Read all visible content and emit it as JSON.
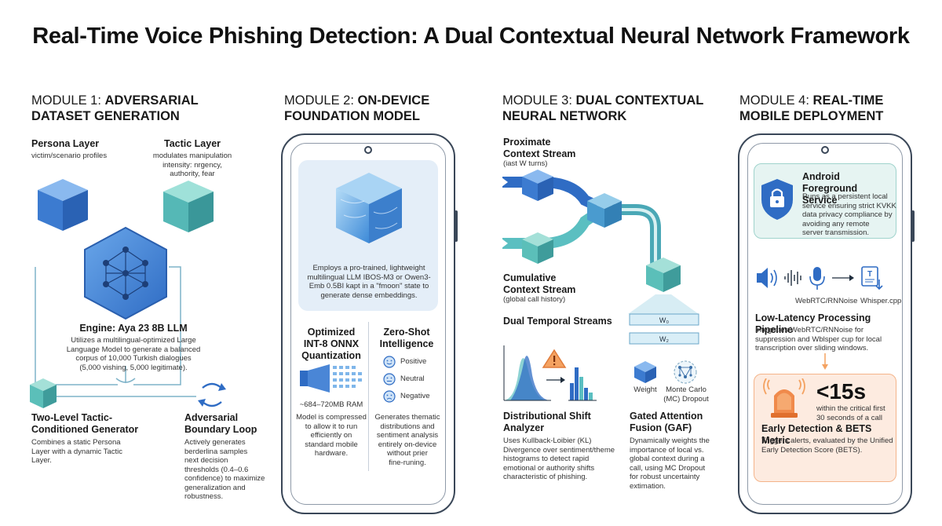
{
  "title": "Real-Time Voice Phishing Detection: A Dual Contextual Neural Network Framework",
  "module1": {
    "prefix": "MODULE 1: ",
    "name_line1": "ADVERSARIAL",
    "name_line2": "DATASET GENERATION",
    "persona_title": "Persona Layer",
    "persona_desc": "victim/scenario profiles",
    "tactic_title": "Tactic Layer",
    "tactic_desc": [
      "modulates manipulation",
      "intensity: nrgency,",
      "authority, fear"
    ],
    "engine_title": "Engine: Aya 23 8B LLM",
    "engine_desc": [
      "Utilizes a multilingual-optimized Large",
      "Language Model to generate a balanced",
      "corpus of 10,000 Turkish dialogues",
      "(5,000 vishing, 5,000 legitimate)."
    ],
    "generator_title": [
      "Two-Level Tactic-",
      "Conditioned Generator"
    ],
    "generator_desc": [
      "Combines a static Persona",
      "Layer with a dynamic Tactic",
      "Layer."
    ],
    "loop_title": [
      "Adversarial",
      "Boundary Loop"
    ],
    "loop_desc": [
      "Actively generates",
      "berderlina samples",
      "next decision",
      "thresholds (0.4–0.6",
      "confidence) to maximize",
      "generalization and",
      "robustness."
    ]
  },
  "module2": {
    "prefix": "MODULE 2: ",
    "name_line1": "ON-DEVICE",
    "name_line2": "FOUNDATION MODEL",
    "embed_desc": [
      "Employs a pro-trained, lightweight",
      "multilingual LLM IBOS-M3 or Owen3-",
      "Emb 0.5BI kapt in a \"fmoon\" state to",
      "generate dense embeddings."
    ],
    "quant_title": [
      "Optimized",
      "INT-8 ONNX",
      "Quantization"
    ],
    "ram": "~684–720MB RAM",
    "quant_desc": [
      "Model is compressed",
      "to allow it to run",
      "efficiently on",
      "standard mobile",
      "hardware."
    ],
    "zeroshot_title": [
      "Zero-Shot",
      "Intelligence"
    ],
    "sentiments": [
      "Positive",
      "Neutral",
      "Negative"
    ],
    "zeroshot_desc": [
      "Generates thematic",
      "distributions and",
      "sentiment analysis",
      "entirely on-device",
      "without prier",
      "fine-runing."
    ]
  },
  "module3": {
    "prefix": "MODULE 3: ",
    "name_line1": "DUAL CONTEXTUAL",
    "name_line2": "NEURAL NETWORK",
    "proximate_title": [
      "Proximate",
      "Context Stream"
    ],
    "proximate_desc": "(iast W turns)",
    "cumulative_title": [
      "Cumulative",
      "Context Stream"
    ],
    "cumulative_desc": "(global call history)",
    "dual_title": "Dual Temporal Streams",
    "weight_labels": [
      "W₀",
      "W₂"
    ],
    "weight_caption": "Weight",
    "mc_caption": [
      "Monte Carlo",
      "(MC) Dropout"
    ],
    "shift_title": [
      "Distributional Shift",
      "Analyzer"
    ],
    "shift_desc": [
      "Uses Kullback-Loibier (KL)",
      "Divergence over sentiment/theme",
      "histograms to detect rapid",
      "emotional or authority shifts",
      "characteristic of phishing."
    ],
    "gaf_title": [
      "Gated Attention",
      "Fusion (GAF)"
    ],
    "gaf_desc": [
      "Dynamically weights the",
      "importance of local vs.",
      "global context during a",
      "call, using MC Dropout",
      "for robust uncertainty",
      "extimation."
    ]
  },
  "module4": {
    "prefix": "MODULE 4: ",
    "name_line1": "REAL-TIME",
    "name_line2": "MOBILE DEPLOYMENT",
    "service_title": [
      "Android Foreground",
      "Service"
    ],
    "service_desc": [
      "Runs as a persistent local",
      "service ensuring strict KVKK",
      "data privacy compliance by",
      "avoiding any remote",
      "server transmission."
    ],
    "webrtc_label": "WebRTC/RNNoise",
    "whisper_label": "Whisper.cpp",
    "pipeline_title": "Low-Latency Processing Pipeline",
    "pipeline_desc": [
      "Integrates WebRTC/RNNoise for",
      "suppression and Wblsper cup for local",
      "transcription over sliding windows."
    ],
    "latency_value": "<15s",
    "latency_desc": [
      "within the critical first",
      "30 seconds of a call"
    ],
    "detection_title": "Early Detection & BETS Metric",
    "detection_desc": [
      "Triggers alerts, evaluated by the Unified",
      "Early Detection Score (BETS)."
    ]
  },
  "colors": {
    "cube_blue": "#4a86d6",
    "cube_teal": "#5bbfc1",
    "panel_teal": "#e6f4f2",
    "panel_blue": "#e4eef8",
    "alert_orange": "#f4a261",
    "dark": "#1f2d3d"
  }
}
